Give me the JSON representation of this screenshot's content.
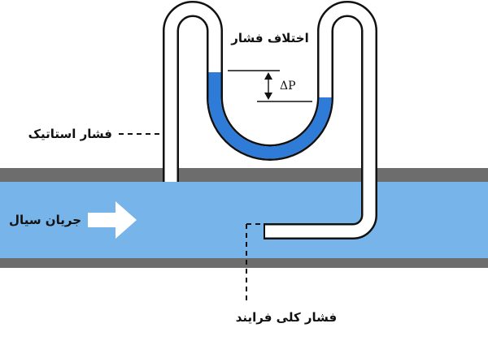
{
  "labels": {
    "pressure_difference": "اختلاف فشار",
    "delta_p": "ΔP",
    "static_pressure": "فشار استاتیک",
    "fluid_flow": "جریان سیال",
    "total_pressure": "فشار کلی فرایند"
  },
  "colors": {
    "pipe_wall": "#6d6d6d",
    "fluid": "#76b4ea",
    "manometer_liquid": "#2f7bd8",
    "outline": "#111111",
    "arrow_fill": "#ffffff"
  }
}
